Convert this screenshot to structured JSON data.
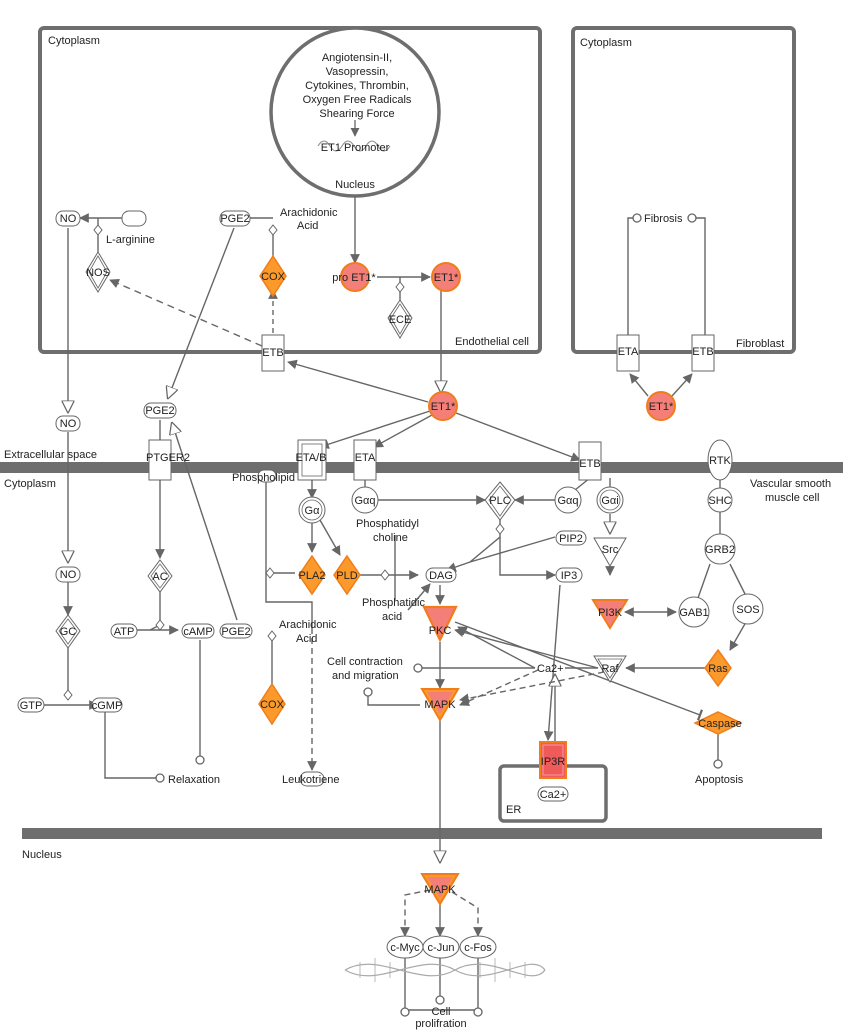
{
  "compartments": {
    "endothelial_cytoplasm": "Cytoplasm",
    "endothelial_cell": "Endothelial cell",
    "fibroblast_cytoplasm": "Cytoplasm",
    "fibroblast": "Fibroblast",
    "extracellular_space": "Extracellular space",
    "vsmc_cytoplasm": "Cytoplasm",
    "vsmc_line1": "Vascular smooth",
    "vsmc_line2": "muscle cell",
    "nucleus": "Nucleus",
    "er": "ER"
  },
  "nucleus_circle": {
    "stimuli": [
      "Angiotensin-II,",
      "Vasopressin,",
      "Cytokines, Thrombin,",
      "Oxygen Free Radicals",
      "Shearing Force"
    ],
    "promoter": "ET1 Promoter",
    "label": "Nucleus"
  },
  "nodes": {
    "no_top": "NO",
    "l_arginine": "L-arginine",
    "nos": "NOS",
    "pge2_top": "PGE2",
    "arachidonic_top_1": "Arachidonic",
    "arachidonic_top_2": "Acid",
    "cox_top": "COX",
    "pro_et1": "pro ET1*",
    "et1_top": "ET1*",
    "ece": "ECE",
    "etb_endo": "ETB",
    "fibrosis": "Fibrosis",
    "eta_fib": "ETA",
    "etb_fib": "ETB",
    "et1_fib": "ET1*",
    "et1_center": "ET1*",
    "no_mid": "NO",
    "pge2_mid": "PGE2",
    "ptger2": "PTGER2",
    "eta_b": "ETA/B",
    "eta": "ETA",
    "etb": "ETB",
    "rtk": "RTK",
    "phospholipid": "Phospholipid",
    "galpha": "Gα",
    "gaq_left": "Gαq",
    "plc": "PLC",
    "gaq_right": "Gαq",
    "gai": "Gαi",
    "shc": "SHC",
    "phosphatidyl_1": "Phosphatidyl",
    "phosphatidyl_2": "choline",
    "pip2": "PIP2",
    "grb2": "GRB2",
    "no_low": "NO",
    "ac": "AC",
    "pla2": "PLA2",
    "pld": "PLD",
    "dag": "DAG",
    "ip3": "IP3",
    "src": "Src",
    "pi3k": "PI3K",
    "gab1": "GAB1",
    "sos": "SOS",
    "phosphatidic_1": "Phosphatidic",
    "phosphatidic_2": "acid",
    "gc": "GC",
    "atp": "ATP",
    "camp": "cAMP",
    "pge2_low": "PGE2",
    "arachidonic_low_1": "Arachidonic",
    "arachidonic_low_2": "Acid",
    "pkc": "PKC",
    "cell_contraction_1": "Cell contraction",
    "cell_contraction_2": "and migration",
    "ca2_mid": "Ca2+",
    "raf": "Raf",
    "ras": "Ras",
    "gtp": "GTP",
    "cgmp": "cGMP",
    "cox_low": "COX",
    "mapk_mid": "MAPK",
    "caspase": "Caspase",
    "ip3r": "IP3R",
    "ca2_er": "Ca2+",
    "relaxation": "Relaxation",
    "leukotriene": "Leukotriene",
    "apoptosis": "Apoptosis",
    "mapk_nuc": "MAPK",
    "cmyc": "c-Myc",
    "cjun": "c-Jun",
    "cfos": "c-Fos",
    "cell_prolif_1": "Cell",
    "cell_prolif_2": "prolifration"
  },
  "colors": {
    "line": "#666666",
    "membrane": "#6e6e6e",
    "orange_fill": "#fb9a2b",
    "orange_stroke": "#f07d1a",
    "salmon_fill": "#f47f78",
    "red_fill": "#ef5a5a"
  }
}
